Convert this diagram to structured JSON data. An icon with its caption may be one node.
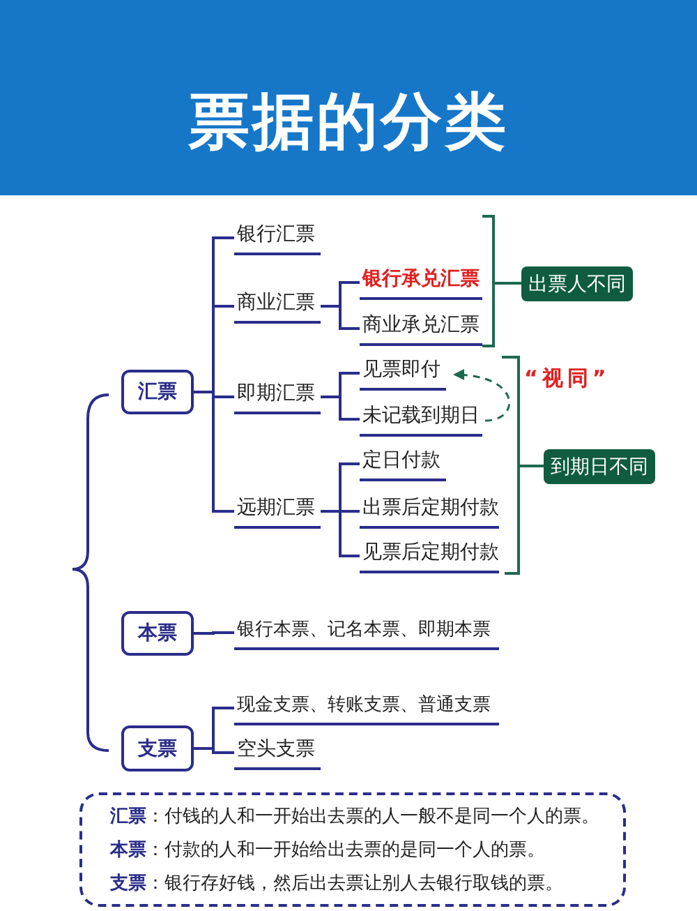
{
  "diagram": {
    "title": "票据的分类",
    "nodes": [
      {
        "text": [
          "汇票"
        ]
      },
      {
        "text": [
          "银行汇票"
        ]
      },
      {
        "text": [
          "商业汇票"
        ]
      },
      {
        "text": [
          "银行承兑汇票"
        ]
      },
      {
        "text": [
          "商业承兑汇票"
        ]
      },
      {
        "text": [
          "出票人不同"
        ]
      },
      {
        "text": [
          "即期汇票"
        ]
      },
      {
        "text": [
          "见票即付"
        ]
      },
      {
        "text": [
          "未记载到期日"
        ]
      },
      {
        "text": [
          "定日付款"
        ]
      },
      {
        "text": [
          "远期汇票"
        ]
      },
      {
        "text": [
          "出票后定期付款"
        ]
      },
      {
        "text": [
          "见票后定期付款"
        ]
      },
      {
        "text": [
          "到期日不同"
        ]
      },
      {
        "text": [
          "本票"
        ]
      },
      {
        "text": [
          "银行本票、记名本票、即期本票"
        ]
      },
      {
        "text": [
          "现金支票、转账支票、普通支票"
        ]
      },
      {
        "text": [
          "支票"
        ]
      },
      {
        "text": [
          "空头支票"
        ]
      },
      {
        "text": [
          "**汇票**：付钱的人和一开始出去票的人一般不是同一个人的票。",
          "**本票**：付款的人和一开始给出去票的是同一个人的票。",
          "**支票**：银行存好钱，然后出去票让别人去银行取钱的票。"
        ]
      }
    ],
    "edges": [
      {
        "from": 0,
        "to": 1,
        "arrow": "none"
      },
      {
        "from": 0,
        "to": 2,
        "arrow": "none"
      },
      {
        "from": 0,
        "to": 6,
        "arrow": "none"
      },
      {
        "from": 0,
        "to": 10,
        "arrow": "none"
      },
      {
        "from": 2,
        "to": 3,
        "arrow": "none"
      },
      {
        "from": 2,
        "to": 4,
        "arrow": "none"
      },
      {
        "from": 6,
        "to": 7,
        "arrow": "none"
      },
      {
        "from": 6,
        "to": 8,
        "arrow": "none"
      },
      {
        "from": 10,
        "to": 9,
        "arrow": "none"
      },
      {
        "from": 10,
        "to": 11,
        "arrow": "none"
      },
      {
        "from": 10,
        "to": 12,
        "arrow": "none"
      },
      {
        "from": 14,
        "to": 15,
        "arrow": "none"
      },
      {
        "from": 17,
        "to": 16,
        "arrow": "none"
      },
      {
        "from": 17,
        "to": 18,
        "arrow": "none"
      },
      {
        "from": 8,
        "to": 7,
        "arrow": "to",
        "style": "dashed",
        "color": "#1d6a4f"
      }
    ],
    "labels": [
      "“视同”"
    ]
  }
}
